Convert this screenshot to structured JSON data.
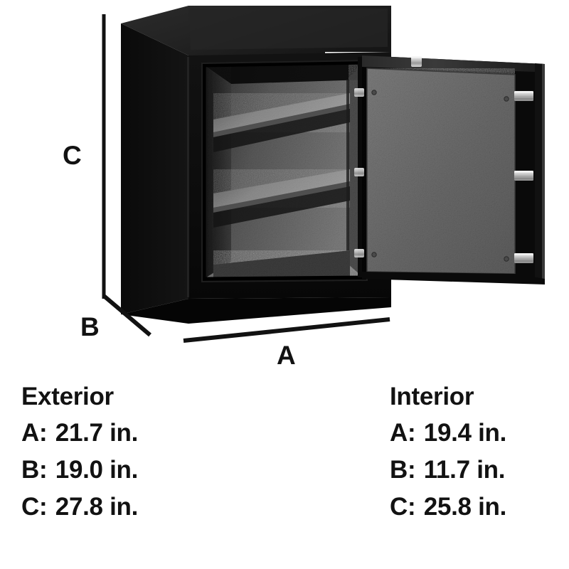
{
  "diagram": {
    "product": "safe",
    "description": "Open black safe shown at an angle with two interior shelves and a carpet-lined door",
    "dimension_labels": {
      "a": "A",
      "b": "B",
      "c": "C"
    },
    "callout_lines": {
      "a_axis": "width",
      "b_axis": "depth",
      "c_axis": "height"
    }
  },
  "specs": {
    "exterior": {
      "heading": "Exterior",
      "rows": [
        {
          "key": "A:",
          "value": "21.7 in."
        },
        {
          "key": "B:",
          "value": "19.0 in."
        },
        {
          "key": "C:",
          "value": "27.8 in."
        }
      ]
    },
    "interior": {
      "heading": "Interior",
      "rows": [
        {
          "key": "A:",
          "value": "19.4 in."
        },
        {
          "key": "B:",
          "value": "11.7 in."
        },
        {
          "key": "C:",
          "value": "25.8 in."
        }
      ]
    }
  },
  "colors": {
    "background": "#ffffff",
    "text": "#121212",
    "safe_body": "#0d0d0d",
    "safe_top": "#222222",
    "safe_side": "#050505",
    "interior_liner": "#6d6d6d",
    "shelf": "#7b7b7b",
    "door_carpet": "#6e6e6e",
    "bolt_chrome": "#cfcfcf"
  }
}
